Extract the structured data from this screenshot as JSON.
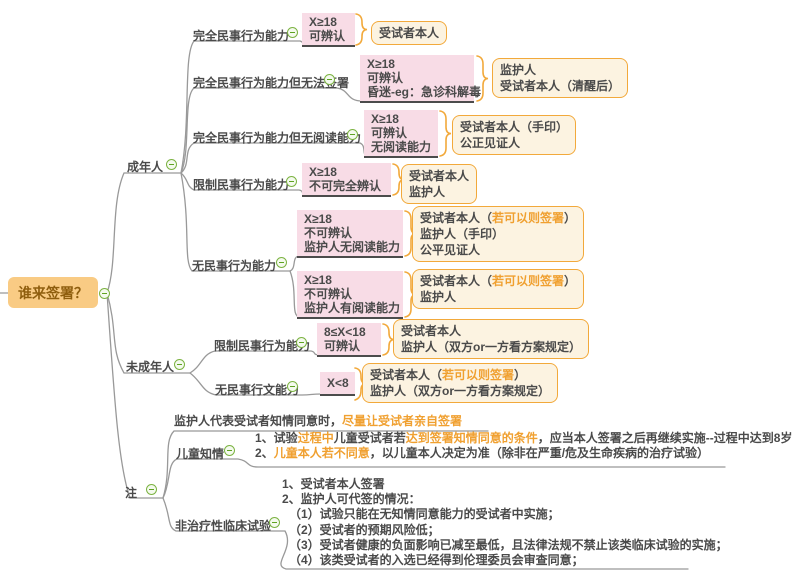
{
  "root": {
    "label": "谁来签署？"
  },
  "adult": {
    "label": "成年人",
    "b1": {
      "label": "完全民事行为能力",
      "cond": {
        "l1": "X≥18",
        "l2": "可辨认"
      },
      "res": {
        "r1": {
          "pre": "受试者本人"
        }
      }
    },
    "b2": {
      "label": "完全民事行为能力但无法签署",
      "cond": {
        "l1": "X≥18",
        "l2": "可辨认",
        "l3": "昏迷-eg：急诊科解毒"
      },
      "res": {
        "r1": {
          "pre": "监护人"
        },
        "r2": {
          "pre": "受试者本人（清醒后）"
        }
      }
    },
    "b3": {
      "label": "完全民事行为能力但无阅读能力",
      "cond": {
        "l1": "X≥18",
        "l2": "可辨认",
        "l3": "无阅读能力"
      },
      "res": {
        "r1": {
          "pre": "受试者本人（手印）"
        },
        "r2": {
          "pre": "公正见证人"
        }
      }
    },
    "b4": {
      "label": "限制民事行为能力",
      "cond": {
        "l1": "X≥18",
        "l2": "不可完全辨认"
      },
      "res": {
        "r1": {
          "pre": "受试者本人"
        },
        "r2": {
          "pre": "监护人"
        }
      }
    },
    "b5": {
      "label": "无民事行为能力",
      "c1": {
        "cond": {
          "l1": "X≥18",
          "l2": "不可辨认",
          "l3": "监护人无阅读能力"
        },
        "res": {
          "r1": {
            "pre": "受试者本人（",
            "hl": "若可以则签署",
            "post": "）"
          },
          "r2": {
            "pre": "监护人（手印）"
          },
          "r3": {
            "pre": "公平见证人"
          }
        }
      },
      "c2": {
        "cond": {
          "l1": "X≥18",
          "l2": "不可辨认",
          "l3": "监护人有阅读能力"
        },
        "res": {
          "r1": {
            "pre": "受试者本人（",
            "hl": "若可以则签署",
            "post": "）"
          },
          "r2": {
            "pre": "监护人"
          }
        }
      }
    }
  },
  "minor": {
    "label": "未成年人",
    "b1": {
      "label": "限制民事行为能力",
      "cond": {
        "l1": "8≤X<18",
        "l2": "可辨认"
      },
      "res": {
        "r1": {
          "pre": "受试者本人"
        },
        "r2": {
          "pre": "监护人（双方or一方看方案规定）"
        }
      }
    },
    "b2": {
      "label": "无民事行文能力",
      "cond": {
        "l1": "X<8"
      },
      "res": {
        "r1": {
          "pre": "受试者本人（",
          "hl": "若可以则签署",
          "post": "）"
        },
        "r2": {
          "pre": "监护人（双方or一方看方案规定）"
        }
      }
    }
  },
  "notes": {
    "label": "注",
    "note1": {
      "pre": "监护人代表受试者知情同意时，",
      "hl": "尽量让受试者亲自签署"
    },
    "child": {
      "label": "儿童知情",
      "l1": {
        "s0": "1、试验",
        "s1": "过程中",
        "s2": "儿童受试者若",
        "s3": "达到签署知情同意的条件",
        "s4": "，应当本人签署之后再继续实施--过程中达到8岁"
      },
      "l2": {
        "s0": "2、",
        "s1": "儿童本人若不同意",
        "s2": "，以儿童本人决定为准（除非在严重/危及生命疾病的治疗试验）"
      }
    },
    "nonther": {
      "label": "非治疗性临床试验",
      "l1": "1、受试者本人签署",
      "l2": "2、监护人可代签的情况：",
      "l3": "（1）试验只能在无知情同意能力的受试者中实施；",
      "l4": "（2）受试者的预期风险低；",
      "l5": "（3）受试者健康的负面影响已减至最低，且法律法规不禁止该类临床试验的实施；",
      "l6": "（4）该类受试者的入选已经得到伦理委员会审查同意；"
    }
  },
  "colors": {
    "root_fill": "#F9CB84",
    "root_text": "#8F5E0E",
    "condition_fill": "#F8DCE6",
    "result_fill": "#FCF3E1",
    "accent_orange": "#F2A93B",
    "highlight_text": "#F0A030",
    "line_gray": "#999999",
    "text_gray": "#4a4a4a",
    "collapse_green": "#7CB342"
  }
}
